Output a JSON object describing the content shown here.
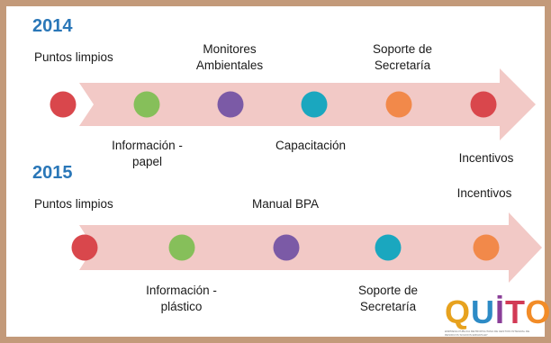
{
  "timelines": [
    {
      "year": "2014",
      "milestones": [
        {
          "label": "Puntos limpios",
          "color": "#d9474c",
          "position": "above"
        },
        {
          "label": "Información -\npapel",
          "color": "#86bf5a",
          "position": "below"
        },
        {
          "label": "Monitores\nAmbientales",
          "color": "#7b5aa6",
          "position": "above"
        },
        {
          "label": "Capacitación",
          "color": "#1aa7bf",
          "position": "below"
        },
        {
          "label": "Soporte de\nSecretaría",
          "color": "#f2894a",
          "position": "above"
        },
        {
          "label": "Incentivos",
          "color": "#d9474c",
          "position": "below"
        }
      ]
    },
    {
      "year": "2015",
      "milestones": [
        {
          "label": "Puntos limpios",
          "color": "#d9474c",
          "position": "above"
        },
        {
          "label": "Información -\nplástico",
          "color": "#86bf5a",
          "position": "below"
        },
        {
          "label": "Manual BPA",
          "color": "#7b5aa6",
          "position": "above"
        },
        {
          "label": "Soporte de\nSecretaría",
          "color": "#1aa7bf",
          "position": "below"
        },
        {
          "label": "Incentivos",
          "color": "#f2894a",
          "position": "above"
        }
      ]
    }
  ],
  "arrow_color": "#f2c9c6",
  "frame_color": "#c39a7a",
  "logo": {
    "word": "QUİTO",
    "caption": "EMPRESA PUBLICA METROPOLITANA DE GESTION INTEGRAL DE RESIDUOS SOLIDOS EMGIRS-EP"
  }
}
